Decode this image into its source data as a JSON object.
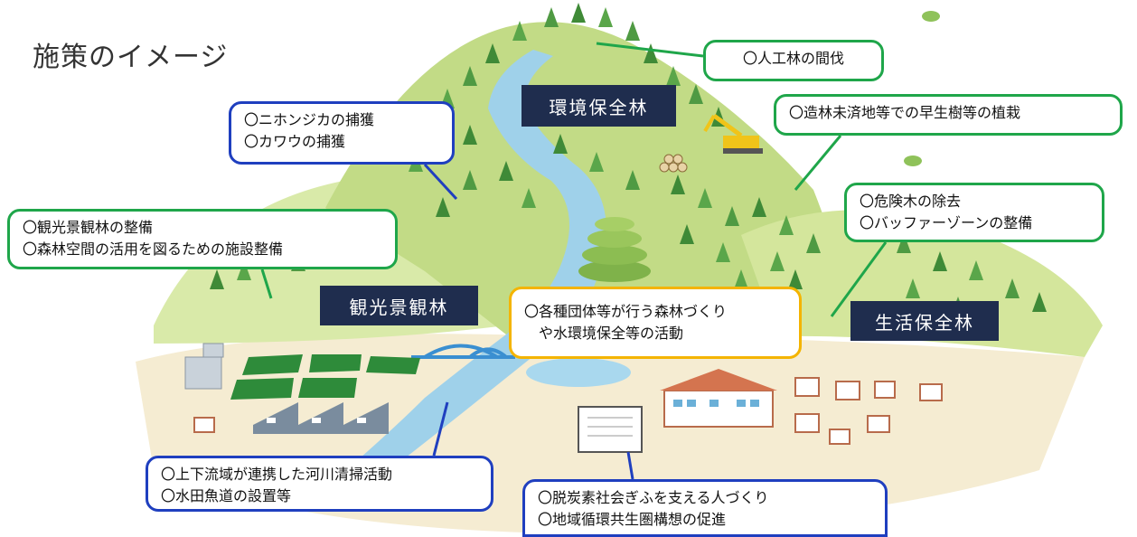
{
  "title": "施策のイメージ",
  "colors": {
    "green_callout": "#1fa64a",
    "blue_callout": "#1f3fbf",
    "orange_callout": "#f4b400",
    "label_bg": "#1f2d4e",
    "topbar_blue": "#8fb4e3",
    "topbar_orange": "#f4b400"
  },
  "forest_labels": {
    "environment": "環境保全林",
    "scenic": "観光景観林",
    "living": "生活保全林"
  },
  "callouts": {
    "thinning": {
      "lines": [
        "〇人工林の間伐"
      ]
    },
    "planting": {
      "lines": [
        "〇造林未済地等での早生樹等の植栽"
      ]
    },
    "wildlife": {
      "lines": [
        "〇ニホンジカの捕獲",
        "〇カワウの捕獲"
      ]
    },
    "scenic_forest": {
      "lines": [
        "〇観光景観林の整備",
        "〇森林空間の活用を図るための施設整備"
      ]
    },
    "hazard_tree": {
      "lines": [
        "〇危険木の除去",
        "〇バッファーゾーンの整備"
      ]
    },
    "community": {
      "lines": [
        "〇各種団体等が行う森林づくり",
        "　や水環境保全等の活動"
      ]
    },
    "river": {
      "lines": [
        "〇上下流域が連携した河川清掃活動",
        "〇水田魚道の設置等"
      ]
    },
    "education": {
      "lines": [
        "〇脱炭素社会ぎふを支える人づくり",
        "〇地域循環共生圏構想の促進"
      ]
    }
  }
}
